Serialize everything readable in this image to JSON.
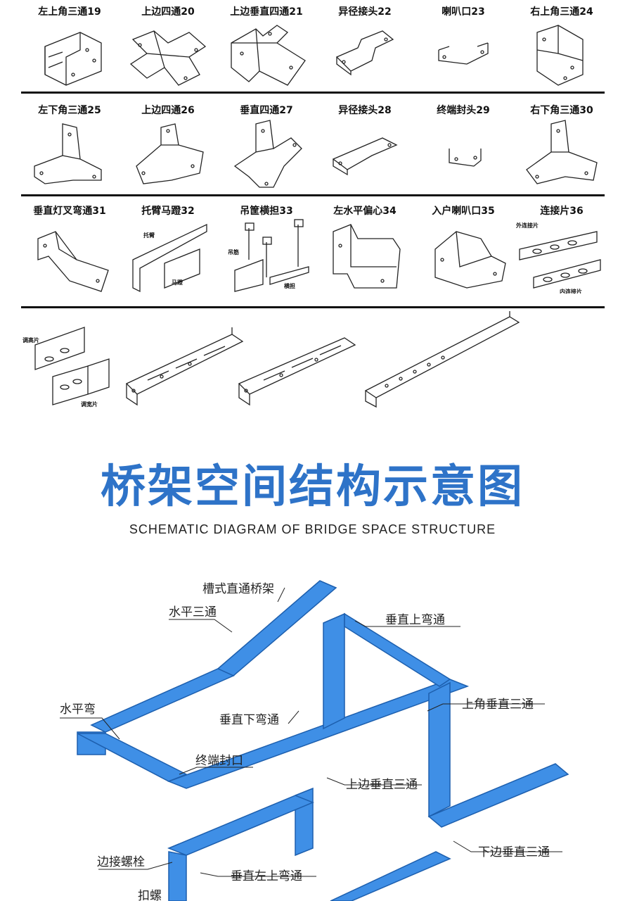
{
  "catalog": {
    "rows": [
      [
        "左上角三通19",
        "上边四通20",
        "上边垂直四通21",
        "异径接头22",
        "喇叭口23",
        "右上角三通24"
      ],
      [
        "左下角三通25",
        "上边四通26",
        "垂直四通27",
        "异径接头28",
        "终端封头29",
        "右下角三通30"
      ],
      [
        "垂直灯叉弯通31",
        "托臂马蹬32",
        "吊筐横担33",
        "左水平偏心34",
        "入户喇叭口35",
        "连接片36"
      ]
    ],
    "small_labels": {
      "tuobi": "托臂",
      "madeng": "马蹬",
      "diaojin": "吊筋",
      "hengdan": "横担",
      "wailianjiepian": "外连接片",
      "neilianjiepian": "内连接片",
      "tiaogaopian": "调高片",
      "tiaokuanpian": "调宽片"
    }
  },
  "heading": {
    "title_cn": "桥架空间结构示意图",
    "title_en": "SCHEMATIC DIAGRAM OF BRIDGE SPACE STRUCTURE"
  },
  "schematic": {
    "accent_color": "#3f8fe6",
    "callouts": {
      "trough_straight": "槽式直通桥架",
      "horizontal_tee": "水平三通",
      "vertical_up_bend": "垂直上弯通",
      "horizontal_bend": "水平弯",
      "vertical_down_bend": "垂直下弯通",
      "corner_vertical_tee": "上角垂直三通",
      "end_cap": "终端封口",
      "upper_vertical_tee": "上边垂直三通",
      "lower_vertical_tee": "下边垂直三通",
      "edge_bolt": "边接螺栓",
      "vertical_left_up_bend": "垂直左上弯通",
      "buckle": "扣螺"
    }
  }
}
